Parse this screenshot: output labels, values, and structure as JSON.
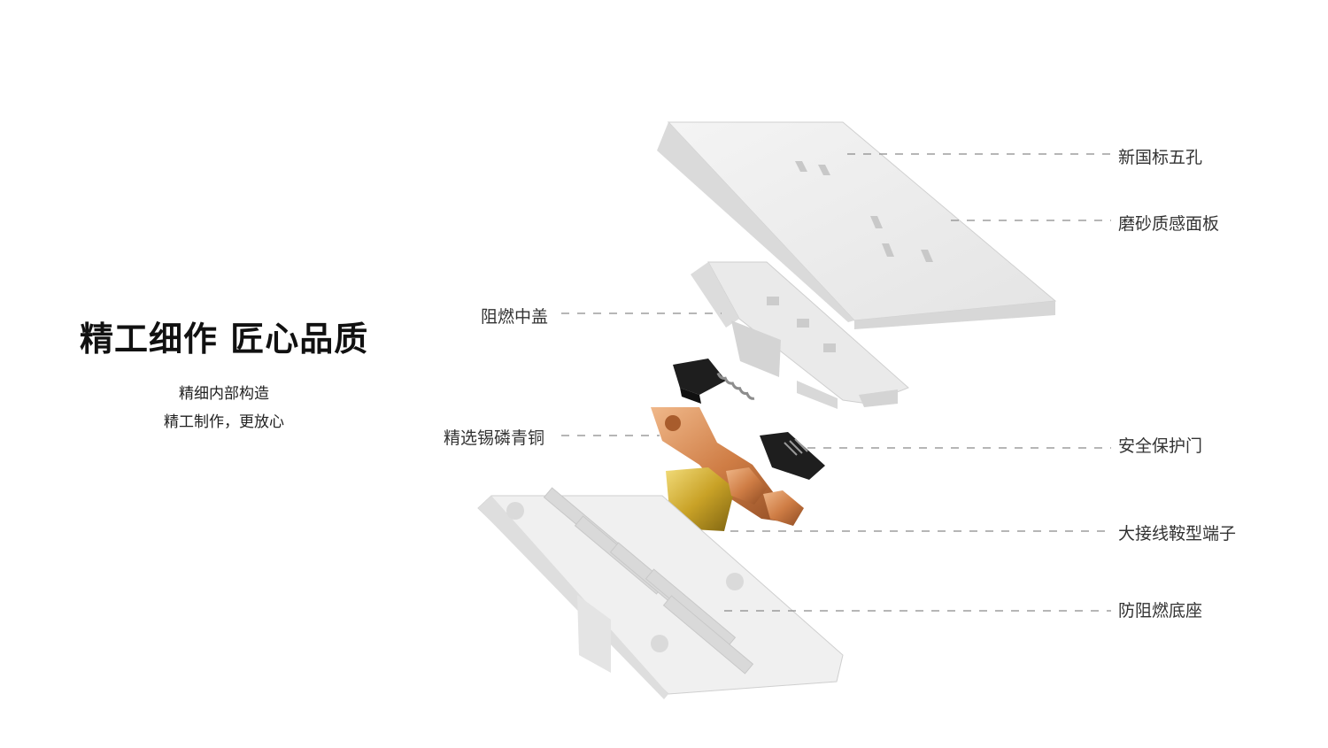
{
  "headline": "精工细作 匠心品质",
  "subtitle_lines": [
    "精细内部构造",
    "精工制作，更放心"
  ],
  "callouts": {
    "five_hole": "新国标五孔",
    "frosted_panel": "磨砂质感面板",
    "flame_retardant_cover": "阻燃中盖",
    "tin_phosphor_bronze": "精选锡磷青铜",
    "safety_door": "安全保护门",
    "saddle_terminal": "大接线鞍型端子",
    "flame_retardant_base": "防阻燃底座"
  },
  "colors": {
    "panel": "#eeeeee",
    "copper": "#d98a55",
    "brass": "#c9a227",
    "shutter": "#1e1e1e",
    "leader_line": "#8a8a8a"
  }
}
